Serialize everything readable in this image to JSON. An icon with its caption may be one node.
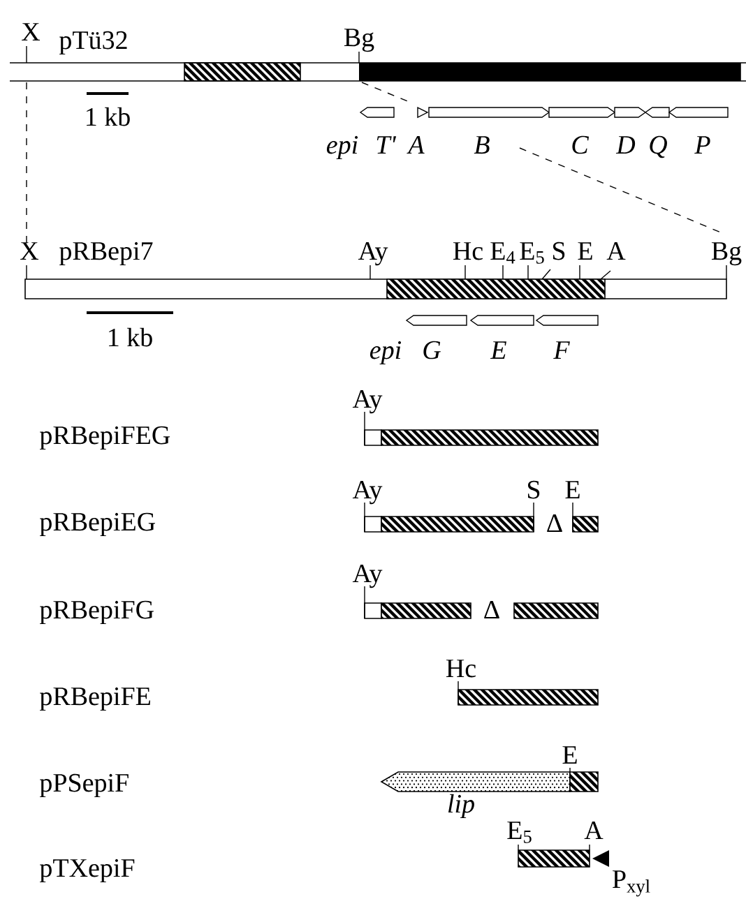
{
  "diagram": {
    "labels": [
      "X",
      "pTü32",
      "Bg",
      "1 kb",
      "epi",
      "T'",
      "A",
      "B",
      "C",
      "D",
      "Q",
      "P",
      "X",
      "pRBepi7",
      "Ay",
      "Hc",
      "E$_{4}$",
      "E$_{5}$",
      "S",
      "E",
      "A",
      "Bg",
      "1 kb",
      "epi",
      "G",
      "E",
      "F",
      "pRBepiFEG",
      "Ay",
      "pRBepiEG",
      "Ay",
      "S",
      "E",
      "Δ",
      "pRBepiFG",
      "Ay",
      "Δ",
      "pRBepiFE",
      "Hc",
      "pPSepiF",
      "E",
      "lip",
      "pTXepiF",
      "E$_{5}$",
      "A",
      "P$_{xyl}$"
    ]
  }
}
